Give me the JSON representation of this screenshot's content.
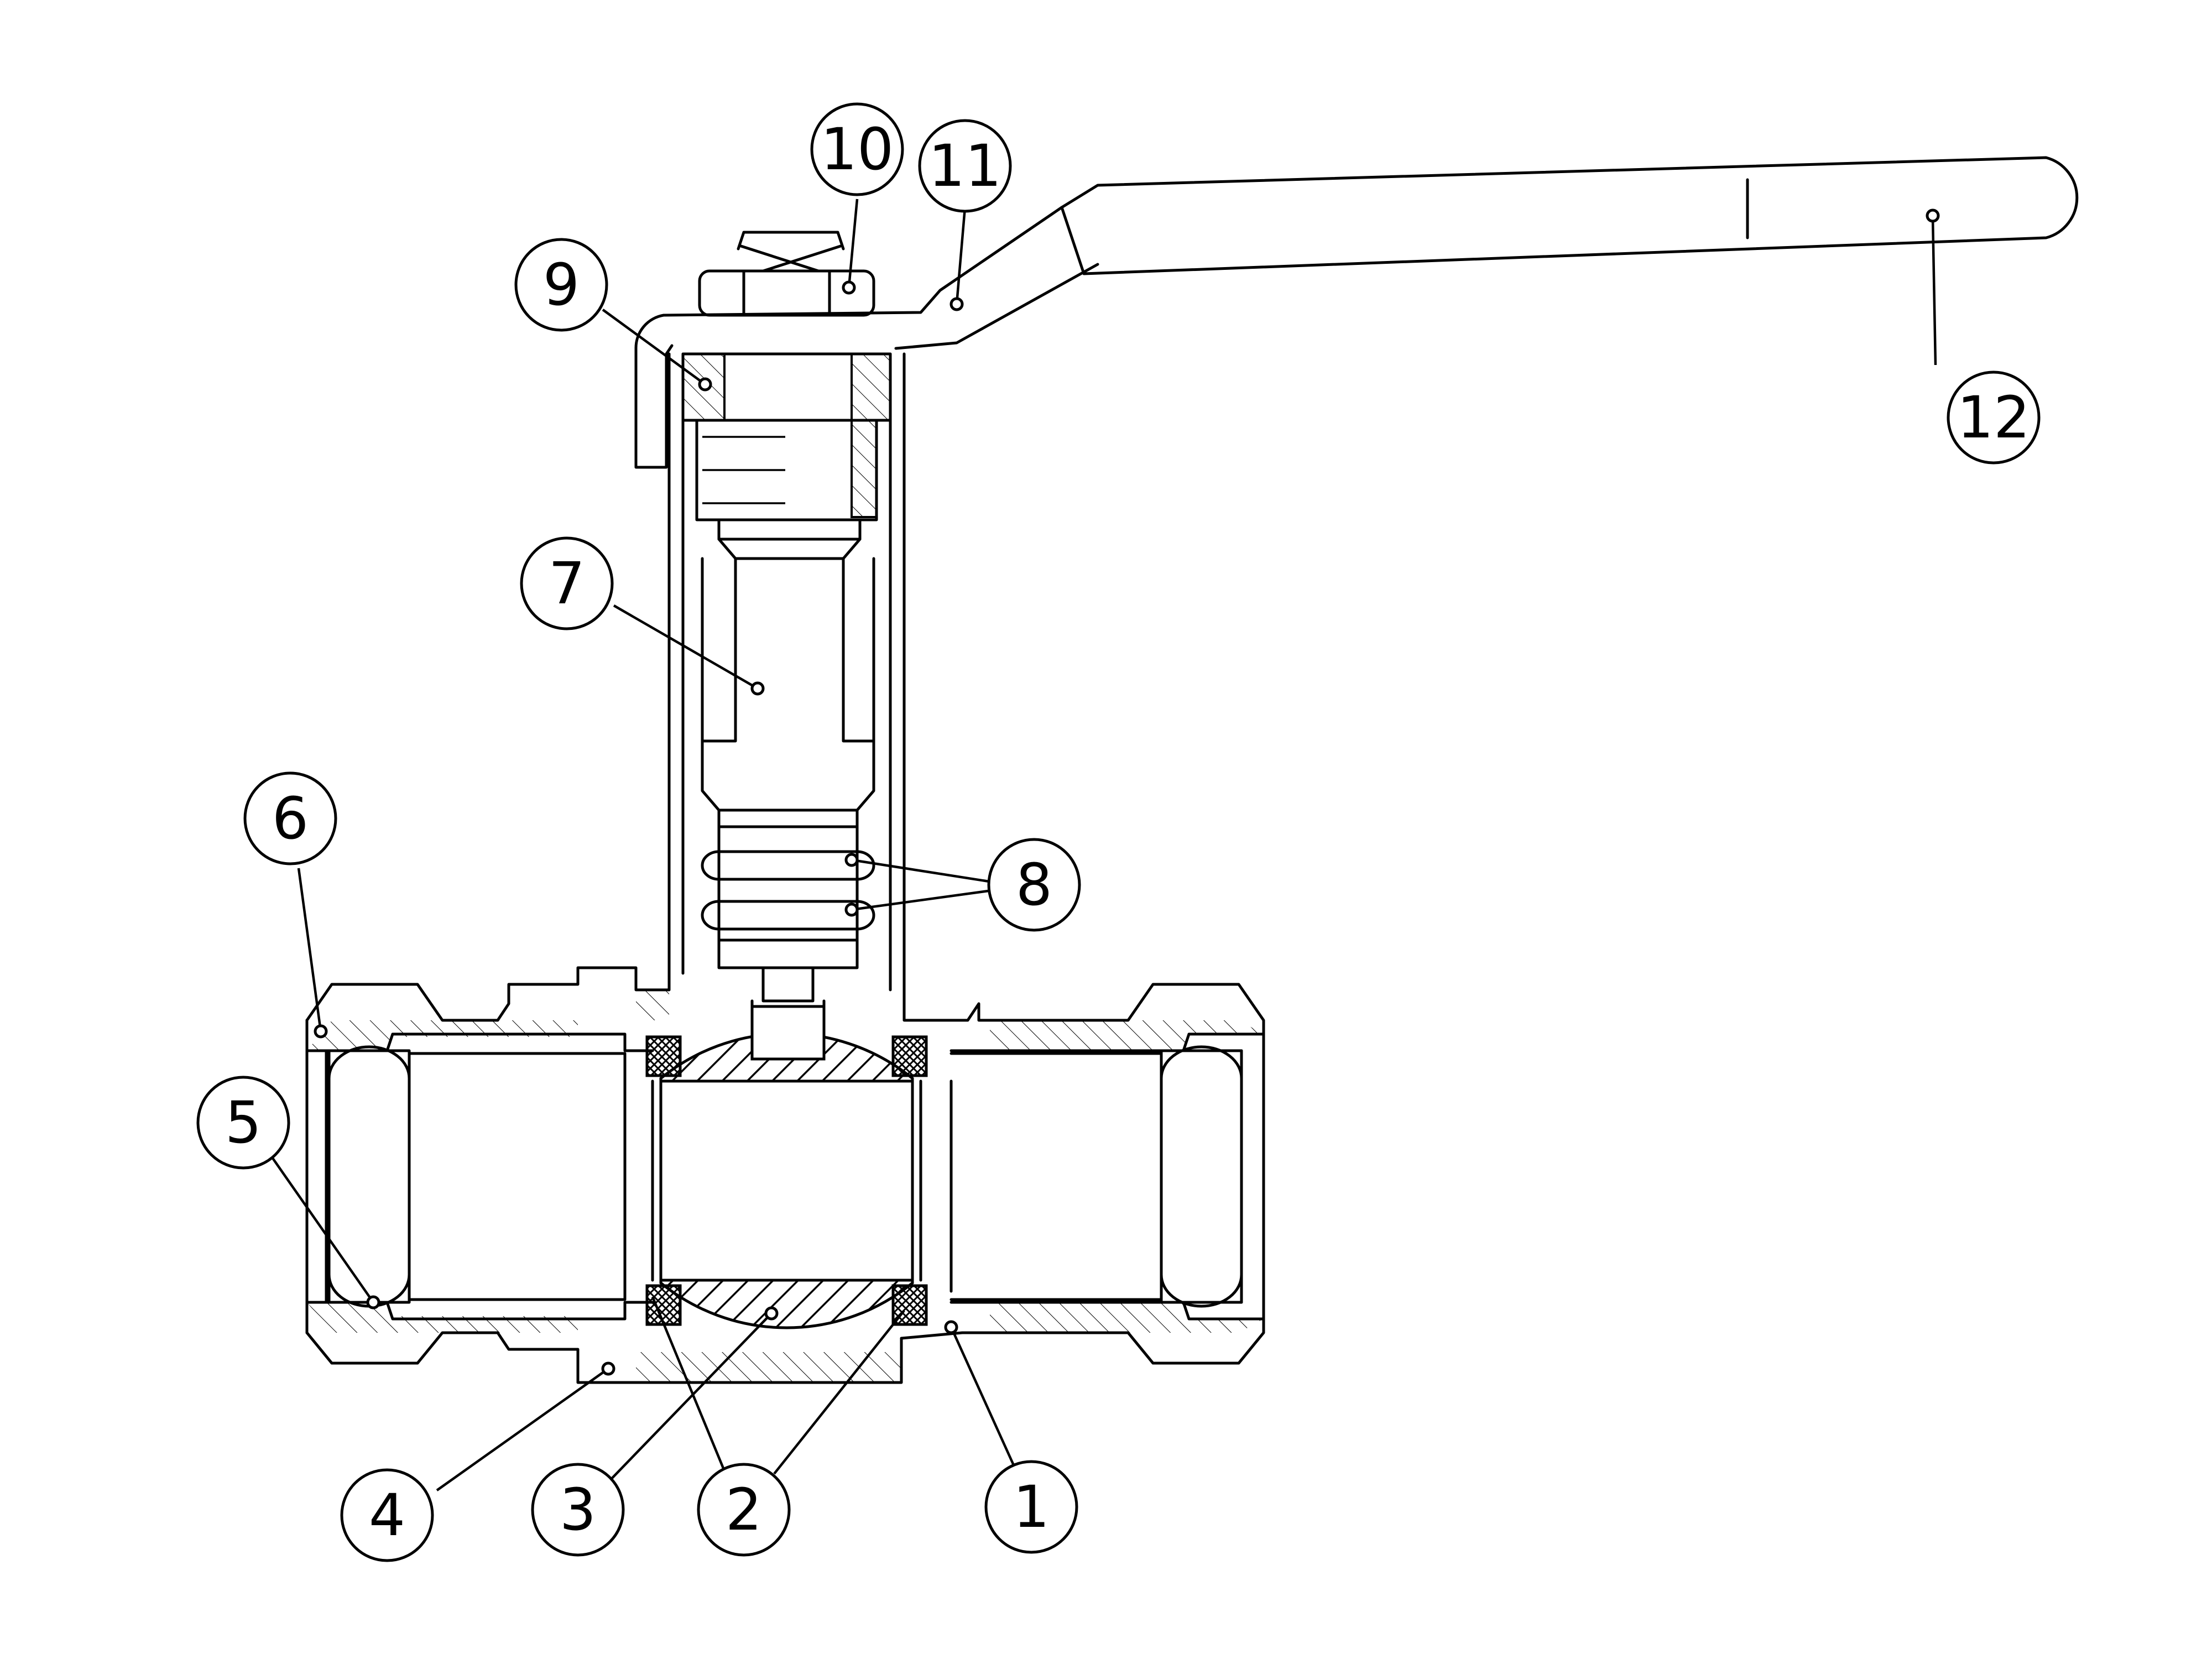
{
  "labels": [
    {
      "id": "1",
      "text": "1"
    },
    {
      "id": "2",
      "text": "2"
    },
    {
      "id": "3",
      "text": "3"
    },
    {
      "id": "4",
      "text": "4"
    },
    {
      "id": "5",
      "text": "5"
    },
    {
      "id": "6",
      "text": "6"
    },
    {
      "id": "7",
      "text": "7"
    },
    {
      "id": "8",
      "text": "8"
    },
    {
      "id": "9",
      "text": "9"
    },
    {
      "id": "10",
      "text": "10"
    },
    {
      "id": "11",
      "text": "11"
    },
    {
      "id": "12",
      "text": "12"
    }
  ],
  "colors": {
    "line": "#000000",
    "background": "#ffffff",
    "hatch": "#000000"
  }
}
